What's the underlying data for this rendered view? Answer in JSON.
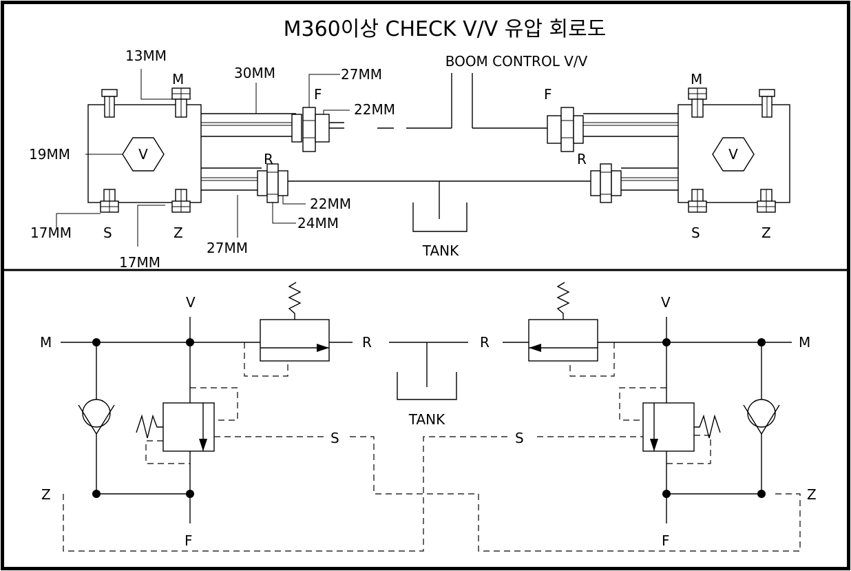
{
  "title": "M360이상 CHECK V/V 유압 회로도",
  "top": {
    "boom_control": "BOOM CONTROL V/V",
    "tank": "TANK",
    "left": {
      "m": "M",
      "s": "S",
      "z": "Z",
      "v": "V",
      "f": "F",
      "r": "R",
      "dims": {
        "d13": "13MM",
        "d30": "30MM",
        "d27a": "27MM",
        "d22a": "22MM",
        "d19": "19MM",
        "d22b": "22MM",
        "d24": "24MM",
        "d17a": "17MM",
        "d17b": "17MM",
        "d27b": "27MM"
      }
    },
    "right": {
      "m": "M",
      "s": "S",
      "z": "Z",
      "v": "V",
      "f": "F",
      "r": "R"
    }
  },
  "schematic": {
    "tank": "TANK",
    "left": {
      "m": "M",
      "v": "V",
      "r": "R",
      "s": "S",
      "z": "Z",
      "f": "F"
    },
    "right": {
      "m": "M",
      "v": "V",
      "r": "R",
      "s": "S",
      "z": "Z",
      "f": "F"
    }
  }
}
